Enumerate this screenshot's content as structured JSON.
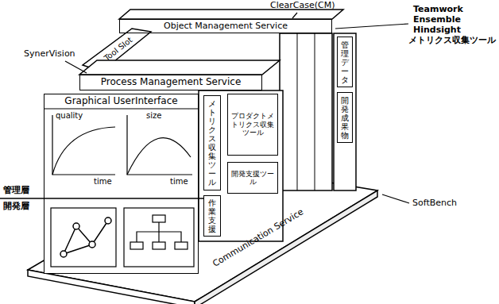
{
  "diagram": {
    "nodes": [
      {
        "text": [
          "Object Management Service"
        ]
      },
      {
        "text": [
          "Tool Slot"
        ]
      },
      {
        "text": [
          "Process Management Service"
        ]
      },
      {
        "text": [
          "Graphical UserInterface"
        ]
      },
      {
        "text": [
          "メトリクス収集ツール"
        ]
      },
      {
        "text": [
          "作業支援"
        ]
      },
      {
        "text": [
          "プロダクトメトリクス収集ツール"
        ]
      },
      {
        "text": [
          "開発支援ツール"
        ]
      },
      {
        "text": [
          "管理データ"
        ]
      },
      {
        "text": [
          "開発成果物"
        ]
      },
      {
        "text": [
          "Communication Service"
        ]
      }
    ],
    "labels": [
      "ClearCase(CM)",
      "Teamwork",
      "Ensemble",
      "Hindsight",
      "メトリクス収集ツール",
      "SynerVision",
      "管理層",
      "開発層",
      "quality",
      "time",
      "size",
      "time",
      "SoftBench"
    ]
  }
}
